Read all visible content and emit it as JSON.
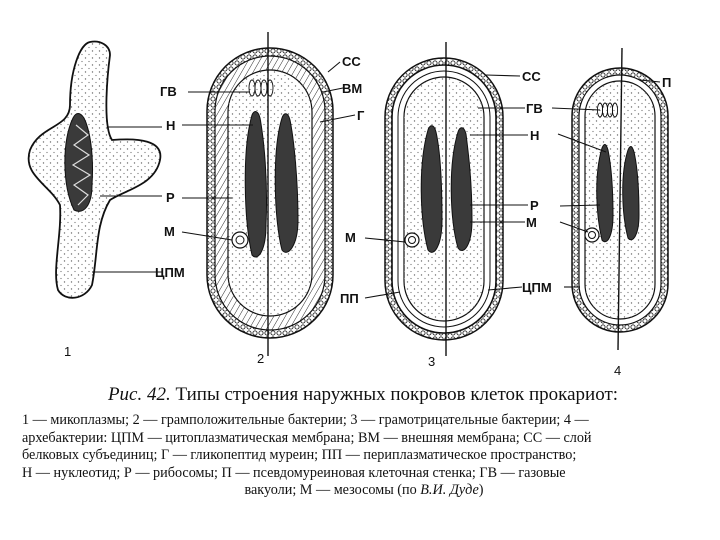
{
  "figure": {
    "cell_numbers": [
      "1",
      "2",
      "3",
      "4"
    ],
    "labels": {
      "cell1": {
        "gv": "ГВ",
        "n": "Н",
        "r": "Р",
        "m": "М",
        "cpm": "ЦПМ"
      },
      "cell2": {
        "ss": "СС",
        "vm": "ВМ",
        "g": "Г"
      },
      "cell3": {
        "m": "М",
        "pp": "ПП",
        "ss": "СС",
        "gv": "ГВ",
        "n": "Н",
        "r": "Р",
        "m2": "М",
        "cpm": "ЦПМ"
      },
      "cell4": {
        "p": "П"
      }
    },
    "colors": {
      "ink": "#111111",
      "stipple": "#6e6e6e"
    }
  },
  "caption": {
    "lead": "Рис. 42.",
    "title": "Типы строения наружных покровов клеток прокариот:"
  },
  "legend": {
    "line1": "1 — микоплазмы; 2 — грамположительные бактерии; 3 — грамотрицательные бактерии; 4 —",
    "line2": "архебактерии: ЦПМ — цитоплазматическая мембрана; ВМ — внешняя мембрана; СС — слой",
    "line3": "белковых субъединиц; Г — гликопептид муреин; ПП — периплазматическое пространство;",
    "line4": "Н — нуклеотид; Р — рибосомы; П — псевдомуреиновая клеточная стенка; ГВ — газовые",
    "line5_a": "вакуоли; М — мезосомы (по",
    "line5_author": "В.И. Дуде",
    "line5_b": ")"
  }
}
